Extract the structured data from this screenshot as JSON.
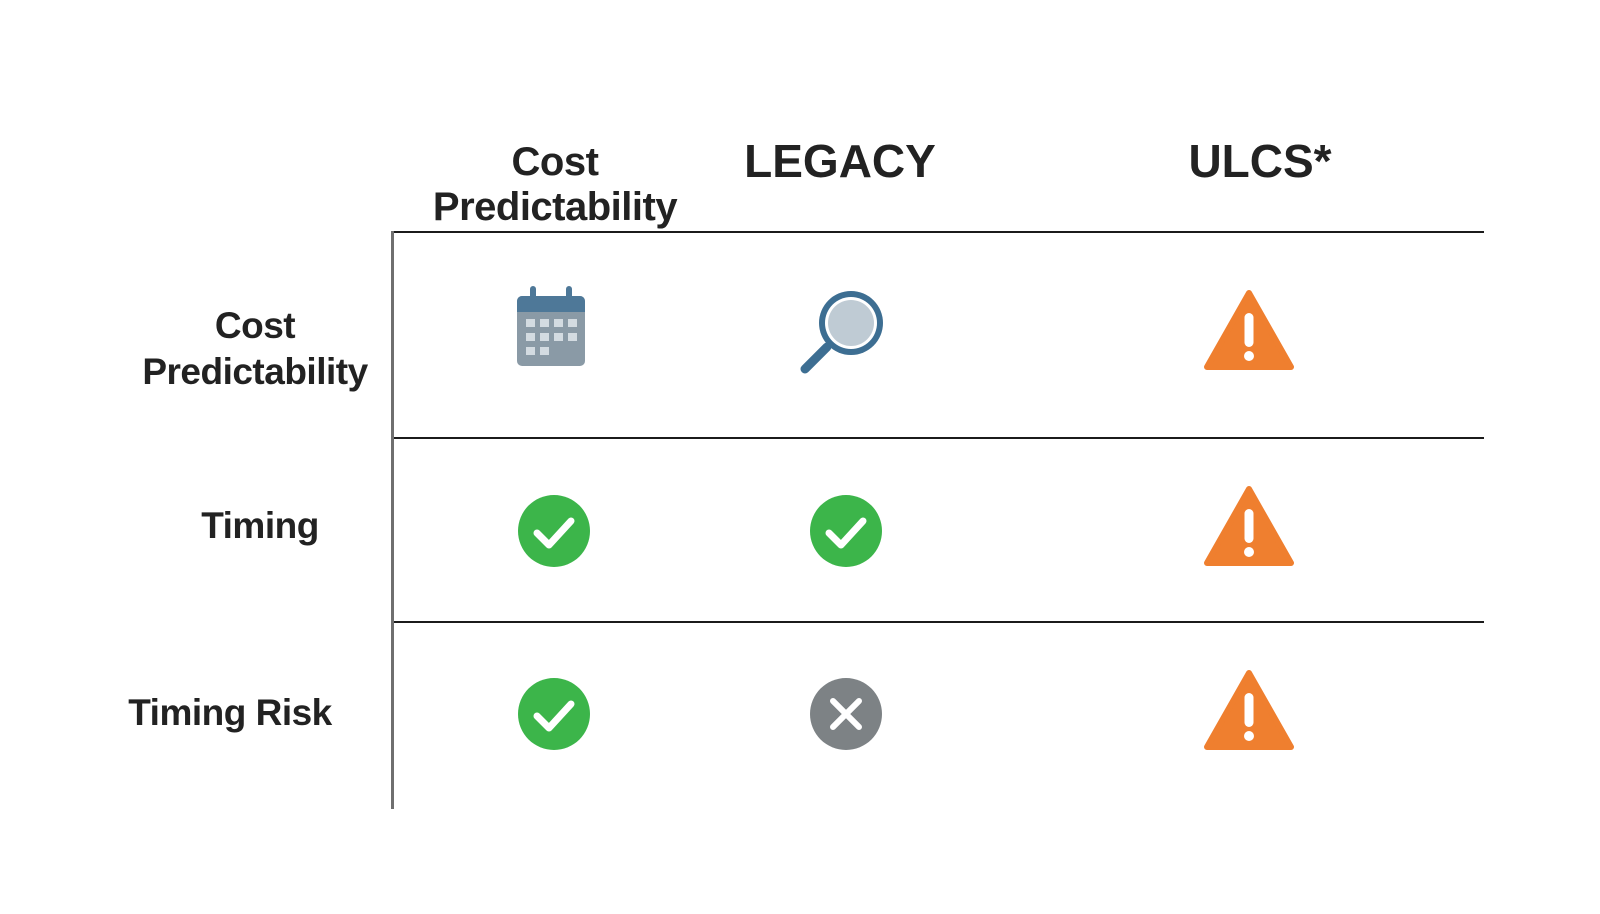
{
  "table": {
    "columns": [
      {
        "label_line1": "Cost",
        "label_line2": "Predictability"
      },
      {
        "label": "LEGACY"
      },
      {
        "label": "ULCS*"
      }
    ],
    "rows": [
      {
        "label_line1": "Cost",
        "label_line2": "Predictability",
        "cells": [
          {
            "icon": "calendar-icon",
            "color": "#5b84a3"
          },
          {
            "icon": "magnifier-icon",
            "color": "#3d6e92"
          },
          {
            "icon": "warning-icon",
            "color": "#ef7f2f"
          }
        ]
      },
      {
        "label": "Timing",
        "cells": [
          {
            "icon": "check-circle-icon",
            "color": "#3cb54a"
          },
          {
            "icon": "check-circle-icon",
            "color": "#3cb54a"
          },
          {
            "icon": "warning-icon",
            "color": "#ef7f2f"
          }
        ]
      },
      {
        "label": "Timing Risk",
        "cells": [
          {
            "icon": "check-circle-icon",
            "color": "#3cb54a"
          },
          {
            "icon": "x-circle-icon",
            "color": "#7d8285"
          },
          {
            "icon": "warning-icon",
            "color": "#ef7f2f"
          }
        ]
      }
    ]
  },
  "colors": {
    "text": "#222222",
    "grid_line": "#1b1b1b",
    "axis_line": "#6f6f6f",
    "ok": "#3cb54a",
    "fail": "#7d8285",
    "warning": "#ef7f2f",
    "neutral_blue": "#3d6e92"
  }
}
